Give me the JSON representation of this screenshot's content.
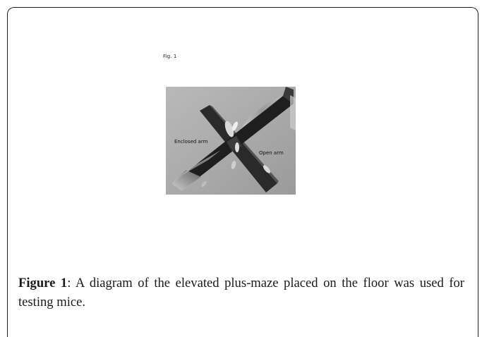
{
  "figure_tag": "Fig. 1",
  "photo": {
    "label_enclosed": "Enclosed arm",
    "label_open": "Open arm"
  },
  "caption": {
    "label": "Figure 1",
    "text": ": A diagram of the elevated plus-maze placed on the floor was used for testing mice."
  }
}
